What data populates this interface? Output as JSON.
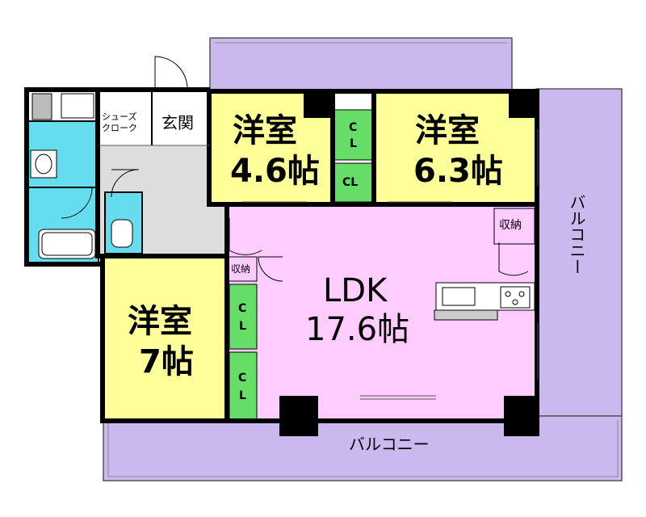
{
  "colors": {
    "balcony": "#cab8ee",
    "western_room": "#ffff99",
    "ldk": "#ffccff",
    "closet": "#66dd66",
    "wet_area": "#66ddee",
    "hallway": "#dddddd",
    "wall": "#000000"
  },
  "rooms": {
    "bedroom_46": {
      "name": "洋室",
      "size": "4.6帖"
    },
    "bedroom_63": {
      "name": "洋室",
      "size": "6.3帖"
    },
    "bedroom_7": {
      "name": "洋室",
      "size": "7帖"
    },
    "ldk": {
      "name": "LDK",
      "size": "17.6帖"
    }
  },
  "labels": {
    "entrance": "玄関",
    "shoes_cloak_1": "シューズ",
    "shoes_cloak_2": "クローク",
    "closet_cl_1": "C",
    "closet_cl_2": "L",
    "closet_cl_inline": "CL",
    "storage": "収納",
    "balcony": "バルコニー"
  }
}
